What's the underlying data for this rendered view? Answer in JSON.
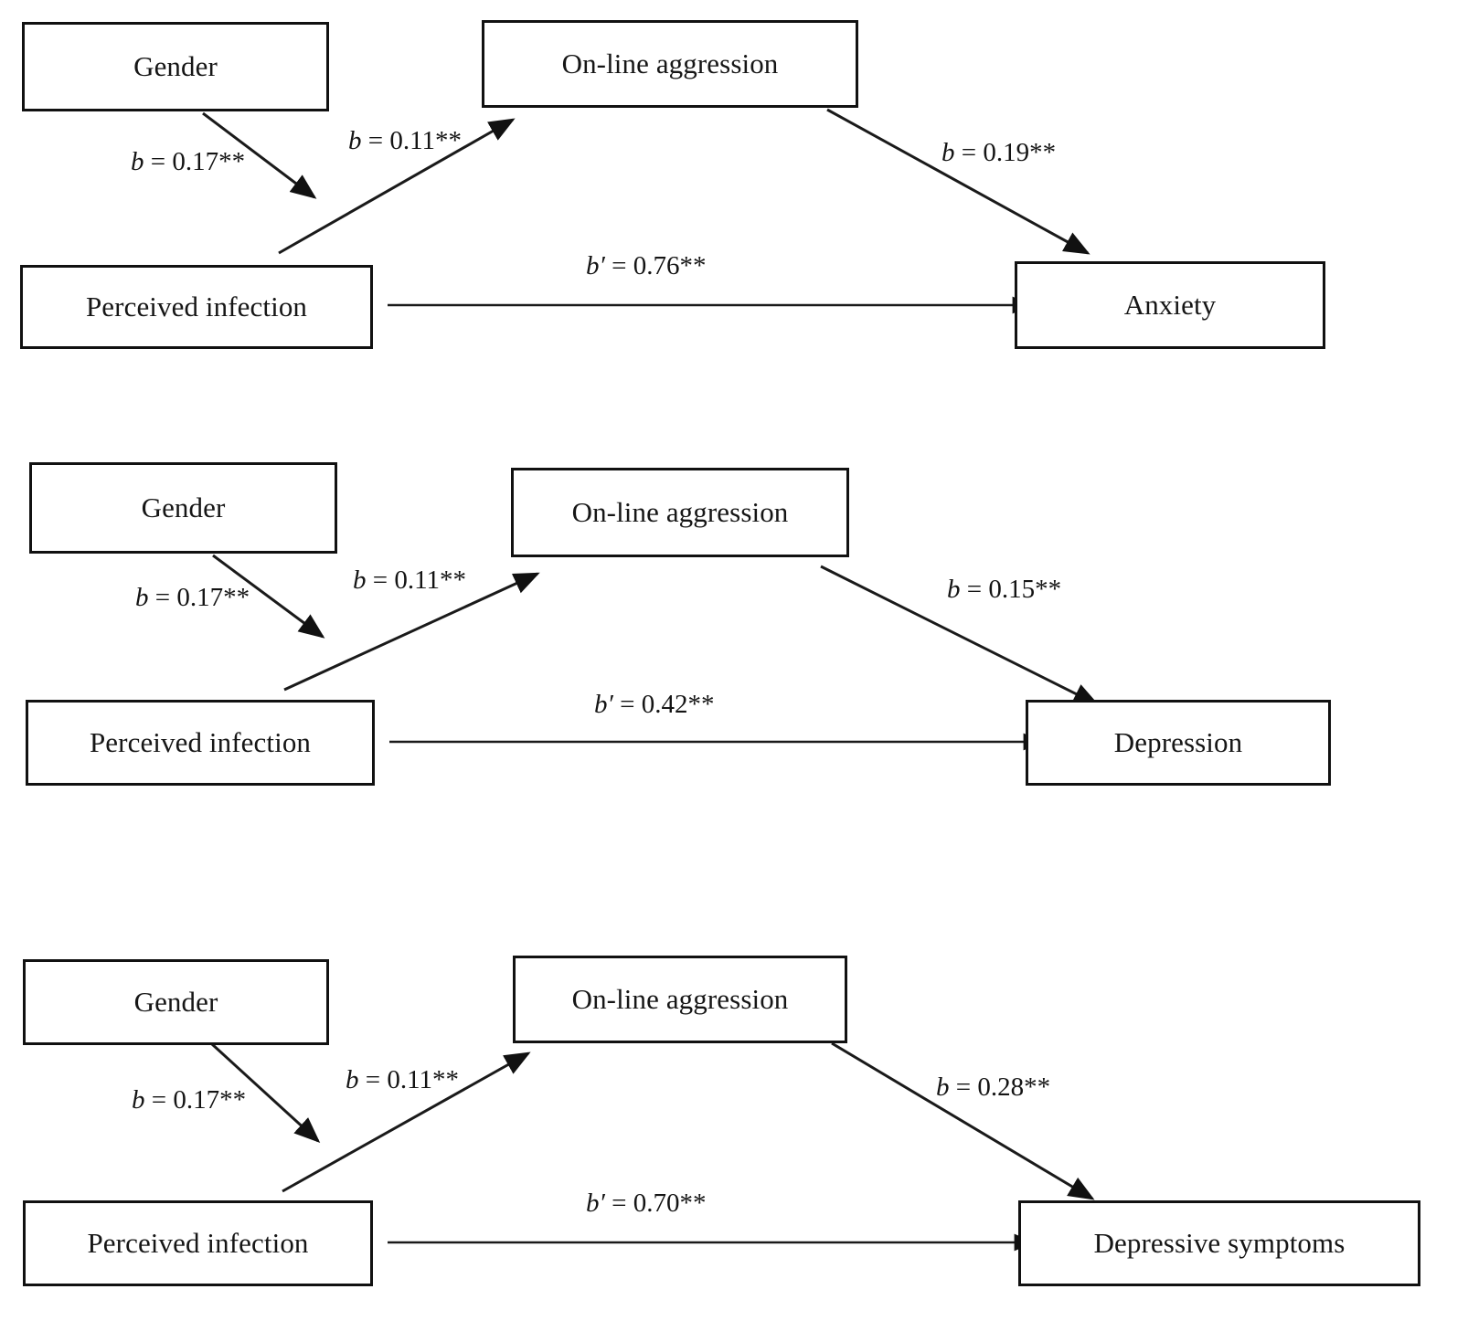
{
  "figure": {
    "type": "mediation-path-diagram",
    "background_color": "#ffffff",
    "line_color": "#1a1a1a",
    "box_border_color": "#111111"
  },
  "panels": [
    {
      "id": "panel-anxiety",
      "nodes": {
        "predictor": "Gender",
        "mediator": "On-line aggression",
        "independent": "Perceived infection",
        "outcome": "Anxiety"
      },
      "paths": {
        "gender_to_infection": "b = 0.17**",
        "infection_to_aggression": "b = 0.11**",
        "aggression_to_outcome": "b = 0.19**",
        "infection_to_outcome": "b′ = 0.76**"
      }
    },
    {
      "id": "panel-depression",
      "nodes": {
        "predictor": "Gender",
        "mediator": "On-line aggression",
        "independent": "Perceived infection",
        "outcome": "Depression"
      },
      "paths": {
        "gender_to_infection": "b = 0.17**",
        "infection_to_aggression": "b = 0.11**",
        "aggression_to_outcome": "b = 0.15**",
        "infection_to_outcome": "b′ = 0.42**"
      }
    },
    {
      "id": "panel-depressive-symptoms",
      "nodes": {
        "predictor": "Gender",
        "mediator": "On-line aggression",
        "independent": "Perceived infection",
        "outcome": "Depressive symptoms"
      },
      "paths": {
        "gender_to_infection": "b = 0.17**",
        "infection_to_aggression": "b = 0.11**",
        "aggression_to_outcome": "b = 0.28**",
        "infection_to_outcome": "b′ = 0.70**"
      }
    }
  ],
  "chart_data": {
    "type": "diagram",
    "title": "",
    "models": [
      {
        "outcome": "Anxiety",
        "coefficients": [
          {
            "from": "Gender",
            "to": "Perceived infection",
            "label": "b = 0.17**",
            "value": 0.17,
            "significance": "**"
          },
          {
            "from": "Perceived infection",
            "to": "On-line aggression",
            "label": "b = 0.11**",
            "value": 0.11,
            "significance": "**"
          },
          {
            "from": "On-line aggression",
            "to": "Anxiety",
            "label": "b = 0.19**",
            "value": 0.19,
            "significance": "**"
          },
          {
            "from": "Perceived infection",
            "to": "Anxiety",
            "label": "b′ = 0.76**",
            "value": 0.76,
            "significance": "**"
          }
        ]
      },
      {
        "outcome": "Depression",
        "coefficients": [
          {
            "from": "Gender",
            "to": "Perceived infection",
            "label": "b = 0.17**",
            "value": 0.17,
            "significance": "**"
          },
          {
            "from": "Perceived infection",
            "to": "On-line aggression",
            "label": "b = 0.11**",
            "value": 0.11,
            "significance": "**"
          },
          {
            "from": "On-line aggression",
            "to": "Depression",
            "label": "b = 0.15**",
            "value": 0.15,
            "significance": "**"
          },
          {
            "from": "Perceived infection",
            "to": "Depression",
            "label": "b′ = 0.42**",
            "value": 0.42,
            "significance": "**"
          }
        ]
      },
      {
        "outcome": "Depressive symptoms",
        "coefficients": [
          {
            "from": "Gender",
            "to": "Perceived infection",
            "label": "b = 0.17**",
            "value": 0.17,
            "significance": "**"
          },
          {
            "from": "Perceived infection",
            "to": "On-line aggression",
            "label": "b = 0.11**",
            "value": 0.11,
            "significance": "**"
          },
          {
            "from": "On-line aggression",
            "to": "Depressive symptoms",
            "label": "b = 0.28**",
            "value": 0.28,
            "significance": "**"
          },
          {
            "from": "Perceived infection",
            "to": "Depressive symptoms",
            "label": "b′ = 0.70**",
            "value": 0.7,
            "significance": "**"
          }
        ]
      }
    ]
  }
}
